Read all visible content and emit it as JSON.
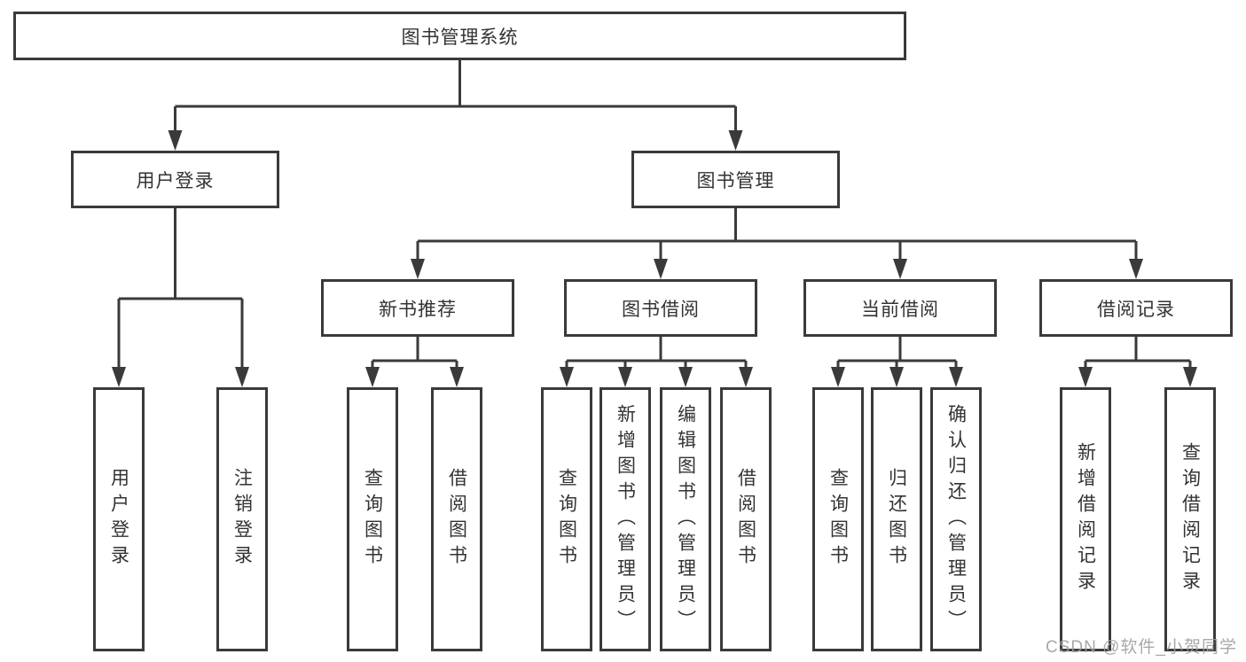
{
  "root": {
    "label": "图书管理系统"
  },
  "branches": [
    {
      "label": "用户登录",
      "children": [
        {
          "label": "用户登录"
        },
        {
          "label": "注销登录"
        }
      ]
    },
    {
      "label": "图书管理",
      "groups": [
        {
          "label": "新书推荐",
          "children": [
            {
              "label": "查询图书"
            },
            {
              "label": "借阅图书"
            }
          ]
        },
        {
          "label": "图书借阅",
          "children": [
            {
              "label": "查询图书"
            },
            {
              "label": "新增图书（管理员）"
            },
            {
              "label": "编辑图书（管理员）"
            },
            {
              "label": "借阅图书"
            }
          ]
        },
        {
          "label": "当前借阅",
          "children": [
            {
              "label": "查询图书"
            },
            {
              "label": "归还图书"
            },
            {
              "label": "确认归还（管理员）"
            }
          ]
        },
        {
          "label": "借阅记录",
          "children": [
            {
              "label": "新增借阅记录"
            },
            {
              "label": "查询借阅记录"
            }
          ]
        }
      ]
    }
  ],
  "watermark": "CSDN @软件_小贺同学",
  "colors": {
    "line": "#3a3a3a",
    "text": "#333333",
    "background": "#ffffff",
    "watermark": "#9e9e9e"
  }
}
